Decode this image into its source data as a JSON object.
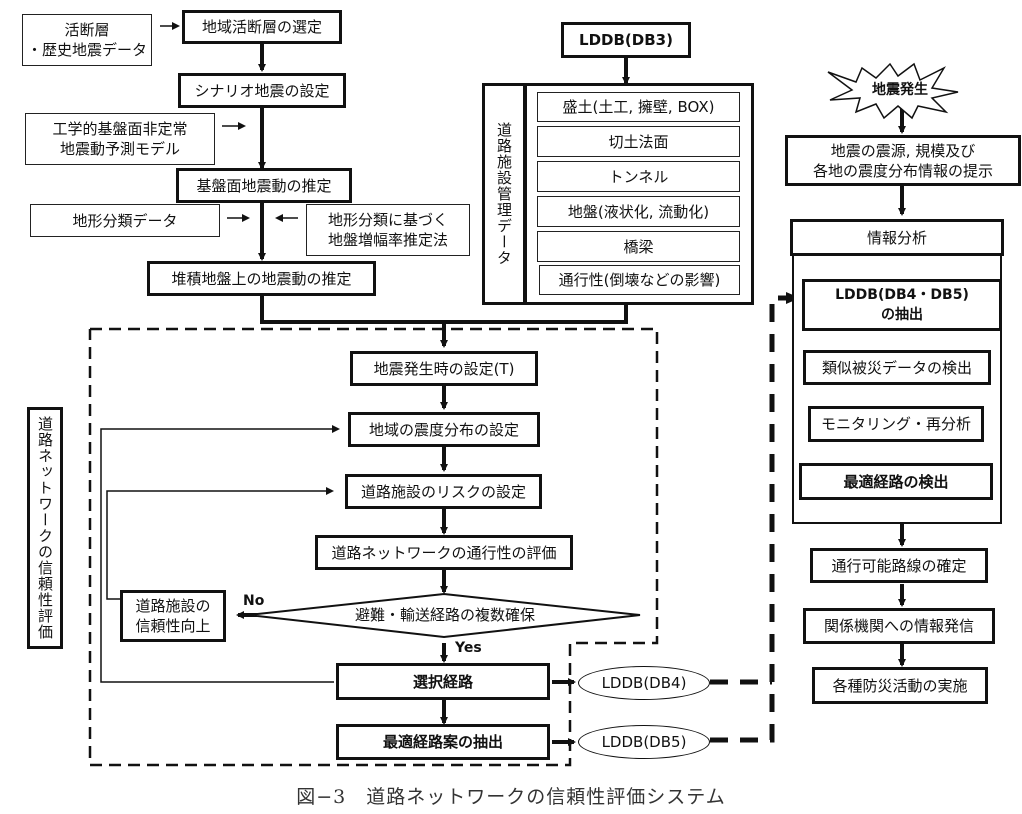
{
  "left_column": {
    "input_fault_data": "活断層\n・歴史地震データ",
    "select_fault": "地域活断層の選定",
    "scenario": "シナリオ地震の設定",
    "input_model": "工学的基盤面非定常\n地震動予測モデル",
    "bedrock_motion": "基盤面地震動の推定",
    "input_terrain": "地形分類データ",
    "input_amp": "地形分類に基づく\n地盤増幅率推定法",
    "sediment_motion": "堆積地盤上の地震動の推定"
  },
  "db3": {
    "title": "LDDB(DB3)",
    "side_label": "道路施設管理データ",
    "items": [
      "盛土(土工, 擁壁, BOX)",
      "切土法面",
      "トンネル",
      "地盤(液状化, 流動化)",
      "橋梁",
      "通行性(倒壊などの影響)"
    ]
  },
  "network": {
    "side_label": "道路ネットワークの信頼性評価",
    "time_setting": "地震発生時の設定(T)",
    "intensity": "地域の震度分布の設定",
    "risk": "道路施設のリスクの設定",
    "evaluation": "道路ネットワークの通行性の評価",
    "decision": "避難・輸送経路の複数確保",
    "improve": "道路施設の\n信頼性向上",
    "no_label": "No",
    "yes_label": "Yes",
    "selected_route": "選択経路",
    "optimal_extract": "最適経路案の抽出",
    "db4": "LDDB(DB4)",
    "db5": "LDDB(DB5)"
  },
  "right_column": {
    "event": "地震発生",
    "info_present": "地震の震源, 規模及び\n各地の震度分布情報の提示",
    "analysis_title": "情報分析",
    "extract_db": "LDDB(DB4・DB5)\nの抽出",
    "similar": "類似被災データの検出",
    "monitoring": "モニタリング・再分析",
    "optimal_detect": "最適経路の検出",
    "passable": "通行可能路線の確定",
    "dissemination": "関係機関への情報発信",
    "activities": "各種防災活動の実施"
  },
  "caption": "図−3　道路ネットワークの信頼性評価システム"
}
